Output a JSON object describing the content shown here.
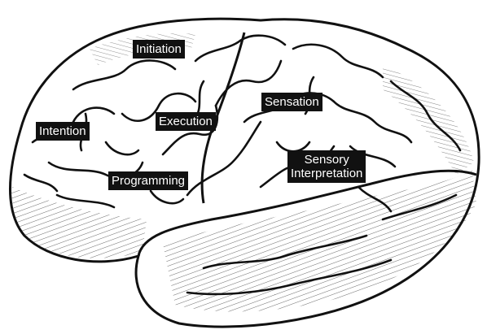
{
  "labels": {
    "initiation": "Initiation",
    "intention": "Intention",
    "execution": "Execution",
    "sensation": "Sensation",
    "programming": "Programming",
    "sensory_line1": "Sensory",
    "sensory_line2": "Interpretation"
  }
}
